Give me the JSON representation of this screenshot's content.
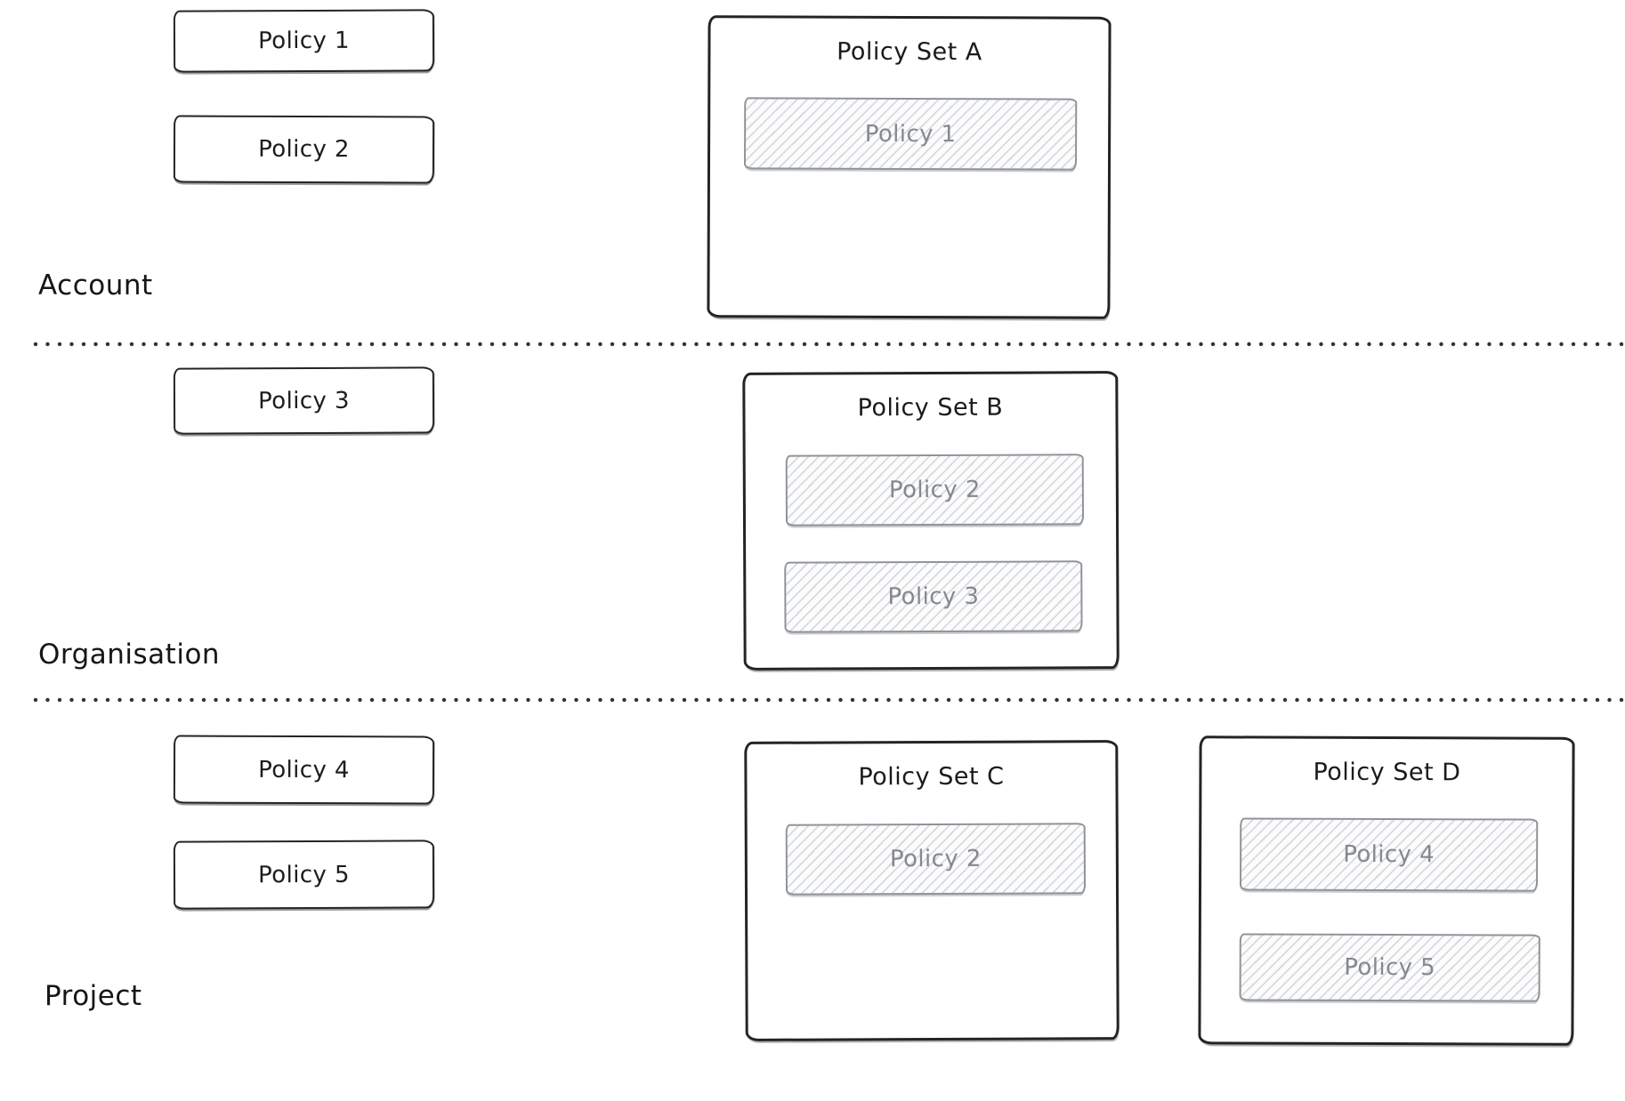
{
  "diagram": {
    "colors": {
      "ink": "#242424",
      "hatched_border": "#8f9499",
      "hatched_text": "#85898d",
      "background": "#ffffff"
    },
    "sections": [
      {
        "label": "Account",
        "policies": [
          "Policy 1",
          "Policy 2"
        ],
        "policy_sets": [
          {
            "title": "Policy Set A",
            "attached_policies": [
              "Policy 1"
            ]
          }
        ]
      },
      {
        "label": "Organisation",
        "policies": [
          "Policy 3"
        ],
        "policy_sets": [
          {
            "title": "Policy Set B",
            "attached_policies": [
              "Policy 2",
              "Policy 3"
            ]
          }
        ]
      },
      {
        "label": "Project",
        "policies": [
          "Policy 4",
          "Policy 5"
        ],
        "policy_sets": [
          {
            "title": "Policy Set C",
            "attached_policies": [
              "Policy 2"
            ]
          },
          {
            "title": "Policy Set D",
            "attached_policies": [
              "Policy 4",
              "Policy 5"
            ]
          }
        ]
      }
    ]
  }
}
